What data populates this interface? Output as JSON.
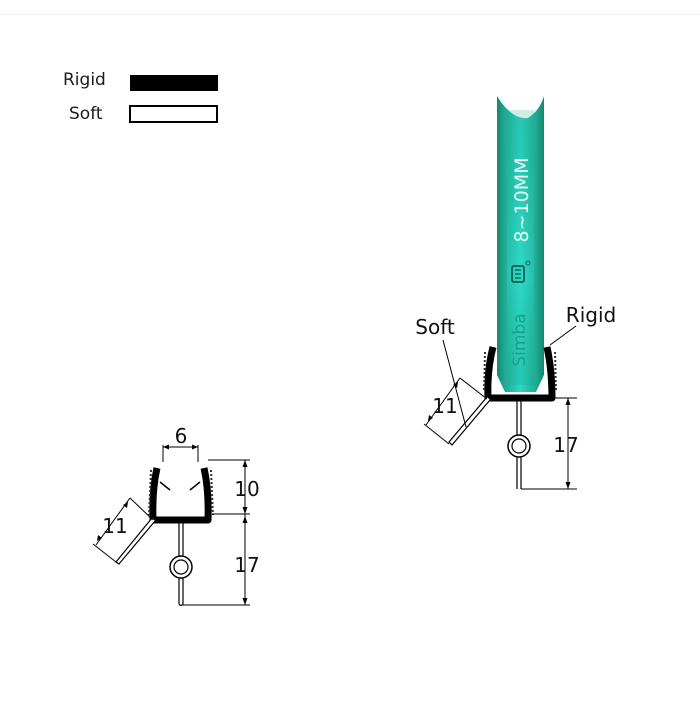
{
  "legend": {
    "items": [
      {
        "label": "Rigid",
        "style": "filled",
        "color": "#000000"
      },
      {
        "label": "Soft",
        "style": "outline",
        "color": "#ffffff"
      }
    ]
  },
  "left_profile": {
    "dimensions": {
      "width": "6",
      "lip_height": "10",
      "fin_length": "11",
      "stem_length": "17"
    }
  },
  "right_profile": {
    "labels": {
      "soft": "Soft",
      "rigid": "Rigid"
    },
    "dimensions": {
      "fin_length": "11",
      "stem_length": "17"
    },
    "glass": {
      "thickness_label": "8~10MM",
      "brand": "Simba",
      "color": "#1fa88f"
    }
  }
}
